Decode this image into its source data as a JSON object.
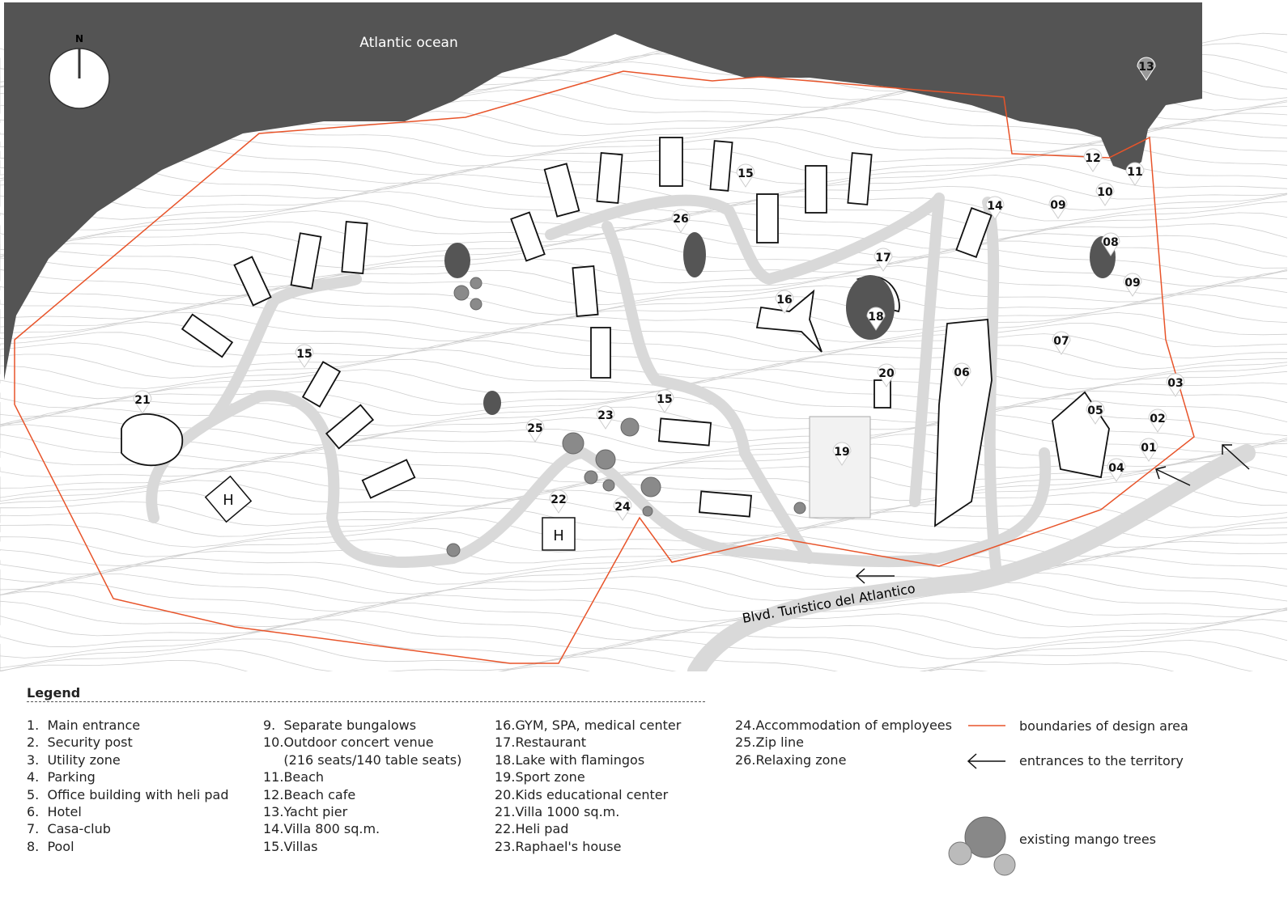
{
  "map": {
    "ocean_label": "Atlantic ocean",
    "north_label": "N",
    "road_label": "Blvd. Turistico del  Atlantico",
    "markers": [
      "13",
      "12",
      "11",
      "10",
      "09",
      "14",
      "08",
      "15",
      "26",
      "17",
      "16",
      "18",
      "09",
      "07",
      "06",
      "20",
      "03",
      "05",
      "02",
      "01",
      "04",
      "19",
      "21",
      "15",
      "15",
      "23",
      "25",
      "22",
      "24"
    ],
    "colors": {
      "ocean": "#545454",
      "boundary": "#e8542a",
      "road": "#d9d9d9",
      "contour": "#c8c8c8"
    }
  },
  "legend": {
    "title": "Legend",
    "col1": [
      "1.  Main entrance",
      "2.  Security post",
      "3.  Utility zone",
      "4.  Parking",
      "5.  Office building with heli pad",
      "6.  Hotel",
      "7.  Casa-club",
      "8.  Pool"
    ],
    "col2": [
      "9.  Separate bungalows",
      "10.Outdoor concert venue",
      "     (216 seats/140 table seats)",
      "11.Beach",
      "12.Beach cafe",
      "13.Yacht pier",
      "14.Villa 800 sq.m.",
      "15.Villas"
    ],
    "col3": [
      "16.GYM, SPA, medical center",
      "17.Restaurant",
      "18.Lake with flamingos",
      "19.Sport zone",
      "20.Kids educational center",
      "21.Villa 1000 sq.m.",
      "22.Heli pad",
      "23.Raphael's house"
    ],
    "col4": [
      "24.Accommodation of employees",
      "25.Zip line",
      "26.Relaxing zone"
    ],
    "keys": {
      "boundary": "boundaries of design area",
      "entrances": "entrances to the territory",
      "trees": "existing mango trees"
    }
  }
}
